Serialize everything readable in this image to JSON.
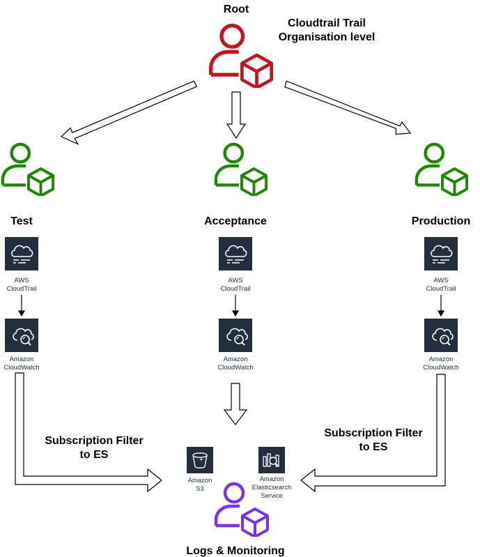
{
  "diagram": {
    "root": {
      "title": "Root",
      "note_line1": "Cloudtrail Trail",
      "note_line2": "Organisation level",
      "color": "#C7131F"
    },
    "accounts": [
      {
        "name": "Test",
        "trail_label_1": "AWS",
        "trail_label_2": "CloudTrail",
        "watch_label_1": "Amazon",
        "watch_label_2": "CloudWatch"
      },
      {
        "name": "Acceptance",
        "trail_label_1": "AWS",
        "trail_label_2": "CloudTrail",
        "watch_label_1": "Amazon",
        "watch_label_2": "CloudWatch"
      },
      {
        "name": "Production",
        "trail_label_1": "AWS",
        "trail_label_2": "CloudTrail",
        "watch_label_1": "Amazon",
        "watch_label_2": "CloudWatch"
      }
    ],
    "account_color": "#1E8900",
    "subscription_left_1": "Subscription Filter",
    "subscription_left_2": "to ES",
    "subscription_right_1": "Subscription Filter",
    "subscription_right_2": "to ES",
    "logs": {
      "title": "Logs & Monitoring",
      "color": "#7B2FF7",
      "s3_label_1": "Amazon",
      "s3_label_2": "S3",
      "es_label_1": "Amazon",
      "es_label_2": "Elasticsearch",
      "es_label_3": "Service"
    },
    "service_icon_bg": "#232F3E"
  }
}
